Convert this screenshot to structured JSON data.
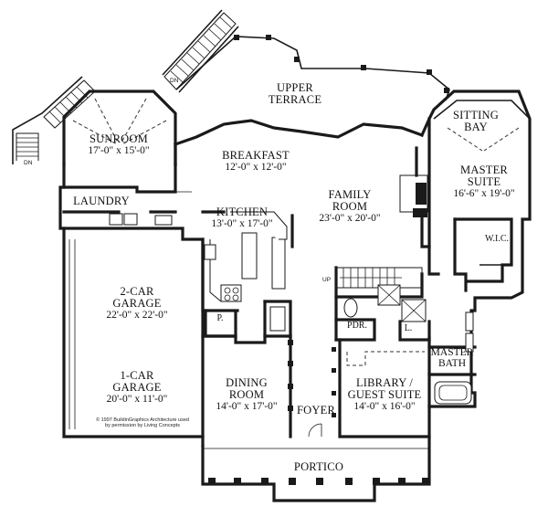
{
  "rooms": {
    "upper_terrace": {
      "name_line1": "UPPER",
      "name_line2": "TERRACE"
    },
    "sunroom": {
      "name": "SUNROOM",
      "dims": "17'-0\" x 15'-0\""
    },
    "sitting_bay": {
      "name_line1": "SITTING",
      "name_line2": "BAY"
    },
    "breakfast": {
      "name": "BREAKFAST",
      "dims": "12'-0\" x 12'-0\""
    },
    "master_suite": {
      "name_line1": "MASTER",
      "name_line2": "SUITE",
      "dims": "16'-6\" x 19'-0\""
    },
    "laundry": {
      "name": "LAUNDRY"
    },
    "family_room": {
      "name_line1": "FAMILY",
      "name_line2": "ROOM",
      "dims": "23'-0\" x 20'-0\""
    },
    "kitchen": {
      "name": "KITCHEN",
      "dims": "13'-0\" x 17'-0\""
    },
    "wic": {
      "name": "W.I.C."
    },
    "garage_2car": {
      "name_line1": "2-CAR",
      "name_line2": "GARAGE",
      "dims": "22'-0\" x 22'-0\""
    },
    "garage_1car": {
      "name_line1": "1-CAR",
      "name_line2": "GARAGE",
      "dims": "20'-0\" x 11'-0\""
    },
    "pantry": {
      "name": "P."
    },
    "powder": {
      "name": "PDR."
    },
    "linen": {
      "name": "L."
    },
    "master_bath": {
      "name_line1": "MASTER",
      "name_line2": "BATH"
    },
    "dining_room": {
      "name_line1": "DINING",
      "name_line2": "ROOM",
      "dims": "14'-0\" x 17'-0\""
    },
    "foyer": {
      "name": "FOYER"
    },
    "library": {
      "name_line1": "LIBRARY /",
      "name_line2": "GUEST SUITE",
      "dims": "14'-0\" x 16'-0\""
    },
    "portico": {
      "name": "PORTICO"
    }
  },
  "stair_labels": {
    "dn_terrace": "DN",
    "dn_sunroom": "DN",
    "up_main": "UP"
  },
  "credit": {
    "line1": "© 1997 BuildinGraphics Architecture used",
    "line2": "by permission by Living Concepts"
  }
}
